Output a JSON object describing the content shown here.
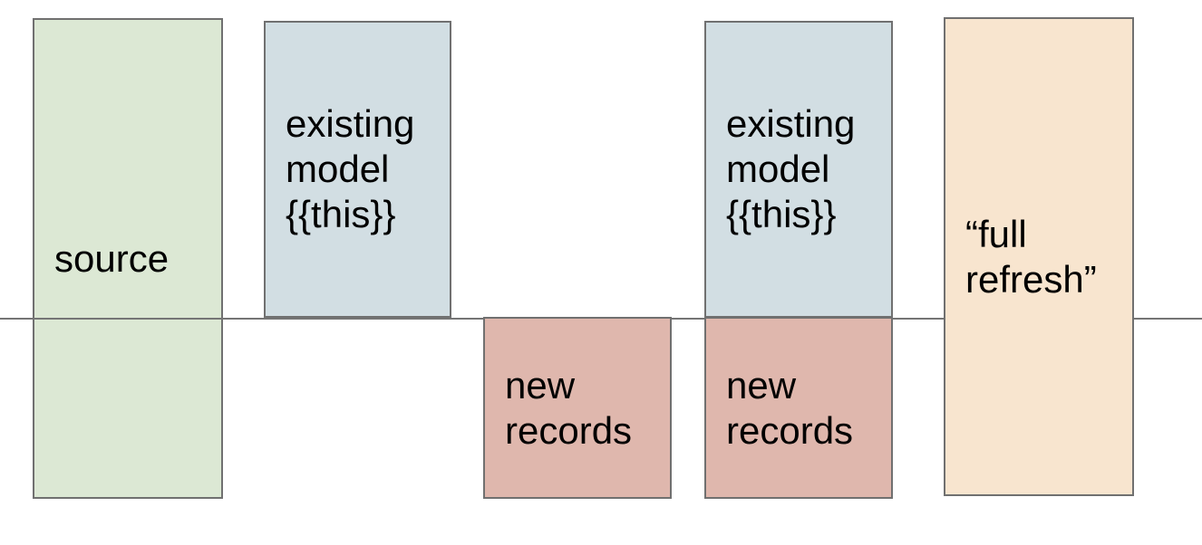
{
  "diagram": {
    "background": "#ffffff",
    "text_color": "#000000",
    "border_color": "#707070",
    "timeline": {
      "color": "#757575"
    },
    "boxes": {
      "source": {
        "label": "source",
        "fill": "#dce8d4"
      },
      "existing_model_1": {
        "label": "existing\nmodel\n{{this}}",
        "fill": "#d2dee3"
      },
      "new_records_1": {
        "label": "new\nrecords",
        "fill": "#dfb7ad"
      },
      "existing_model_2": {
        "label": "existing\nmodel\n{{this}}",
        "fill": "#d2dee3"
      },
      "new_records_2": {
        "label": "new\nrecords",
        "fill": "#dfb7ad"
      },
      "full_refresh": {
        "label": "“full\nrefresh”",
        "fill": "#f8e5cf"
      }
    }
  }
}
